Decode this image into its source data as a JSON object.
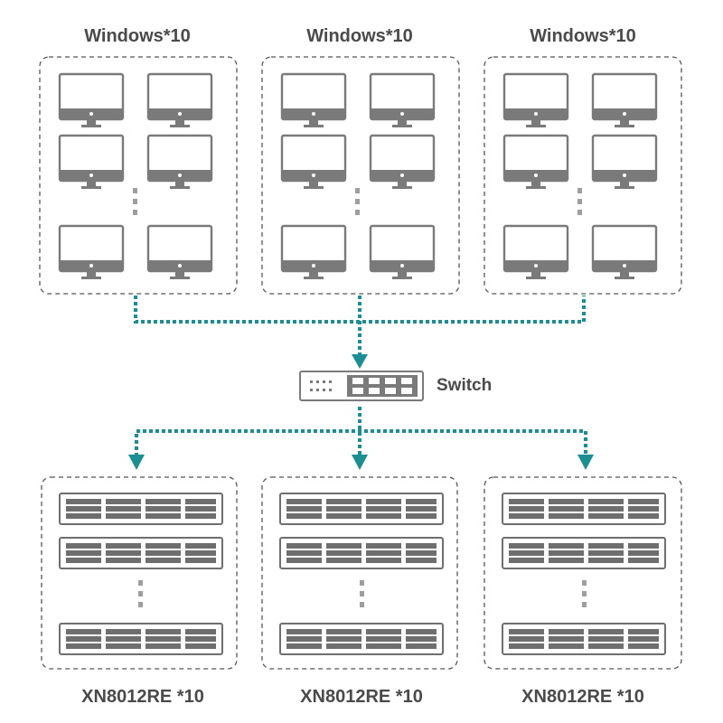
{
  "colors": {
    "link": "#1a8f93",
    "device": "#7a7a7a",
    "text": "#4a4a4a",
    "border": "#555555"
  },
  "clients": {
    "groups": [
      {
        "label": "Windows*10"
      },
      {
        "label": "Windows*10"
      },
      {
        "label": "Windows*10"
      }
    ],
    "icon": "monitor-icon"
  },
  "switch": {
    "label": "Switch",
    "icon": "network-switch-icon"
  },
  "storage": {
    "groups": [
      {
        "label": "XN8012RE *10"
      },
      {
        "label": "XN8012RE *10"
      },
      {
        "label": "XN8012RE *10"
      }
    ],
    "icon": "storage-enclosure-icon"
  }
}
